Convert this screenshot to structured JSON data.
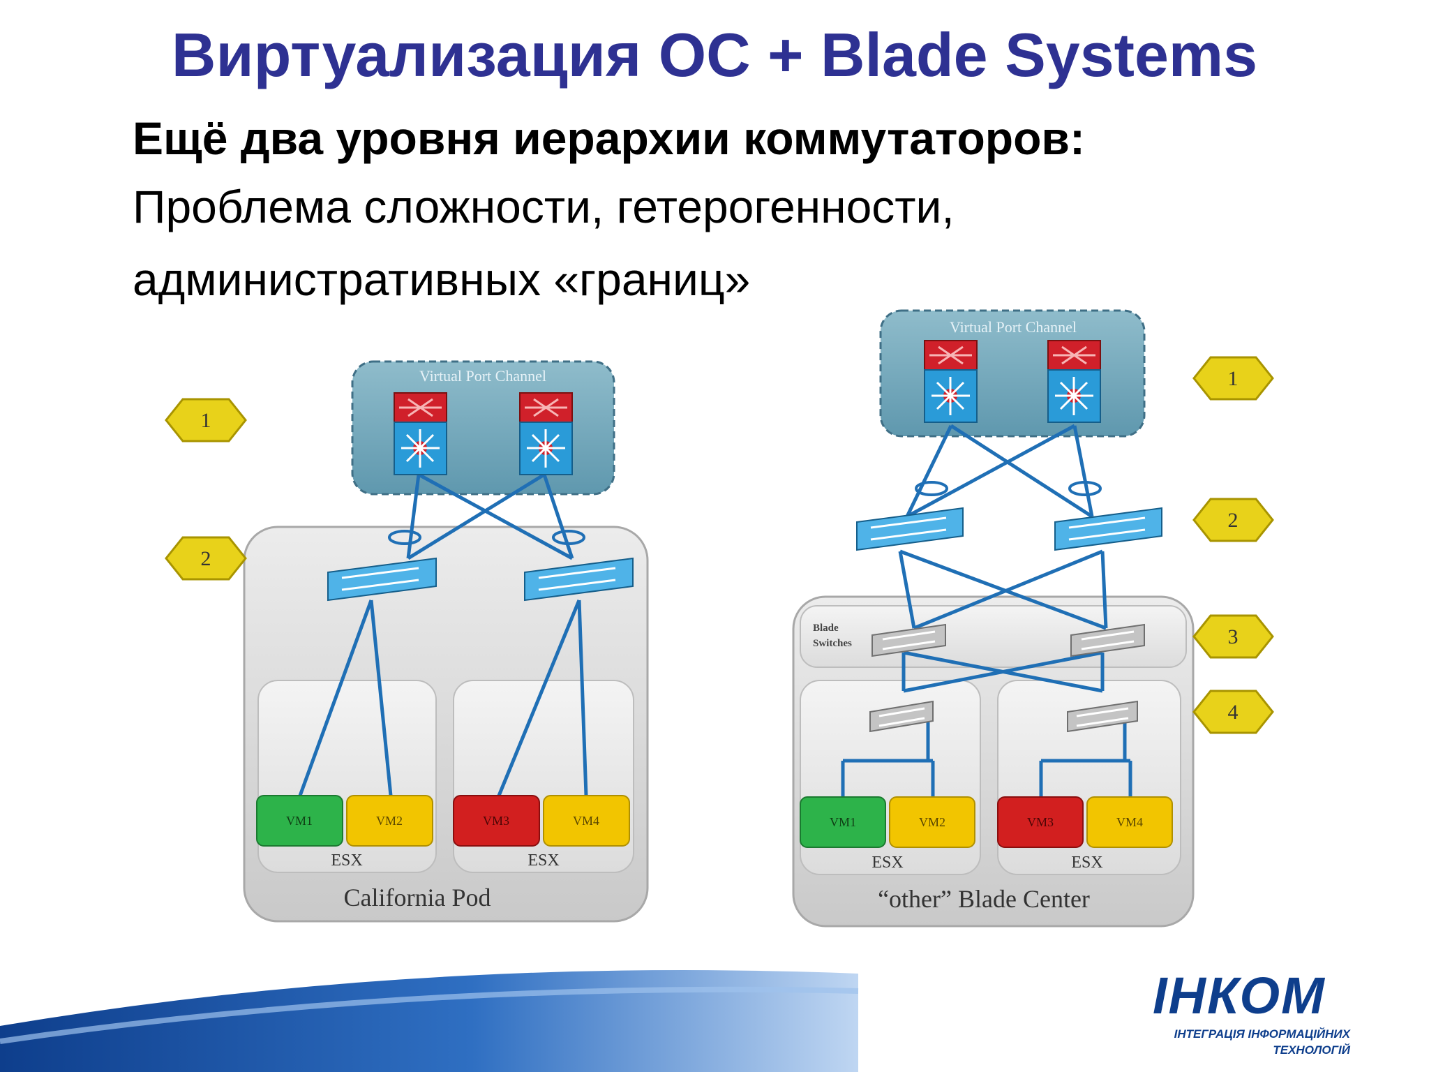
{
  "slide": {
    "title": "Виртуализация ОС + Blade Systems",
    "subtitle": "Ещё два уровня иерархии коммутаторов:",
    "line1": "Проблема сложности, гетерогенности,",
    "line2": "административных «границ»"
  },
  "left": {
    "vpc_label": "Virtual Port Channel",
    "pod_label": "California Pod",
    "esx_a": "ESX",
    "esx_b": "ESX",
    "vm1": "VM1",
    "vm2": "VM2",
    "vm3": "VM3",
    "vm4": "VM4",
    "level1": "1",
    "level2": "2"
  },
  "right": {
    "vpc_label": "Virtual Port Channel",
    "blade_switches_line1": "Blade",
    "blade_switches_line2": "Switches",
    "center_label": "“other” Blade Center",
    "esx_a": "ESX",
    "esx_b": "ESX",
    "vm1": "VM1",
    "vm2": "VM2",
    "vm3": "VM3",
    "vm4": "VM4",
    "level1": "1",
    "level2": "2",
    "level3": "3",
    "level4": "4"
  },
  "logo": {
    "name": "ІНКОМ",
    "tagline1": "ІНТЕГРАЦІЯ ІНФОРМАЦІЙНИХ",
    "tagline2": "ТЕХНОЛОГІЙ"
  },
  "colors": {
    "title": "#2E3192",
    "link": "#1F6FB5",
    "vm_green": "#2DB34A",
    "vm_yellow": "#F2C500",
    "vm_red": "#D21F1F",
    "badge": "#E8D21A",
    "switch_blue": "#2A9BD8",
    "switch_red": "#D0202A"
  }
}
